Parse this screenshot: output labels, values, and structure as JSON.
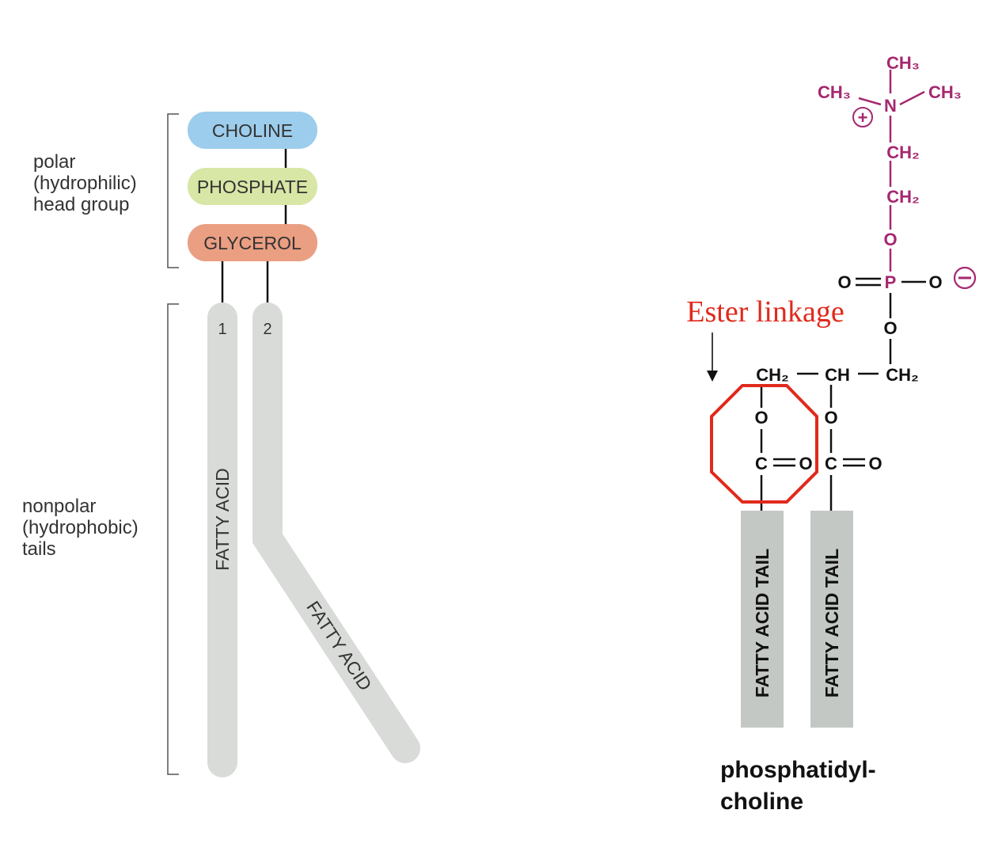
{
  "left": {
    "brackets": {
      "head_label": [
        "polar",
        "(hydrophilic)",
        "head group"
      ],
      "tail_label": [
        "nonpolar",
        "(hydrophobic)",
        "tails"
      ]
    },
    "head_boxes": {
      "choline": "CHOLINE",
      "phosphate": "PHOSPHATE",
      "glycerol": "GLYCEROL"
    },
    "tails": {
      "tail1_number": "1",
      "tail2_number": "2",
      "tail1_label": "FATTY ACID",
      "tail2_label": "FATTY ACID"
    },
    "colors": {
      "choline": "#9dcdec",
      "phosphate": "#d8e6a6",
      "glycerol": "#ea9e82",
      "tail": "#d9dbd9"
    }
  },
  "right": {
    "choline_group": {
      "ch3": "CH₃",
      "n": "N",
      "plus": "+",
      "ch2": "CH₂",
      "o": "O",
      "color": "#a5286f"
    },
    "phosphate_group": {
      "o": "O",
      "p": "P",
      "minus": "−"
    },
    "glycerol_backbone": {
      "ch2": "CH₂",
      "ch": "CH"
    },
    "ester": {
      "o": "O",
      "c": "C",
      "annotation": "Ester linkage",
      "annotation_color": "#e02a1d"
    },
    "tails": {
      "label1": "FATTY ACID TAIL",
      "label2": "FATTY ACID TAIL",
      "color": "#c4c8c4"
    },
    "caption": [
      "phosphatidyl-",
      "choline"
    ]
  }
}
